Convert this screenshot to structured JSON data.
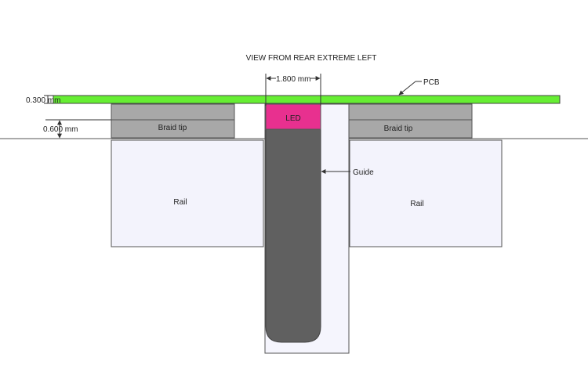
{
  "title": "VIEW FROM REAR EXTREME LEFT",
  "labels": {
    "pcb": "PCB",
    "led": "LED",
    "guide": "Guide",
    "braid_tip_left": "Braid tip",
    "braid_tip_right": "Braid tip",
    "rail_left": "Rail",
    "rail_right": "Rail"
  },
  "dimensions": {
    "led_width": "1.800 mm",
    "pcb_thickness": "0.300 mm",
    "pcb_height": "0.600 mm"
  },
  "colors": {
    "pcb": "#66ee33",
    "led": "#e8308f",
    "guide": "#606060",
    "braid_tip": "#a8a8a8",
    "rail": "#f3f3fc",
    "channel": "#f5f5fd",
    "outline": "#555555"
  }
}
